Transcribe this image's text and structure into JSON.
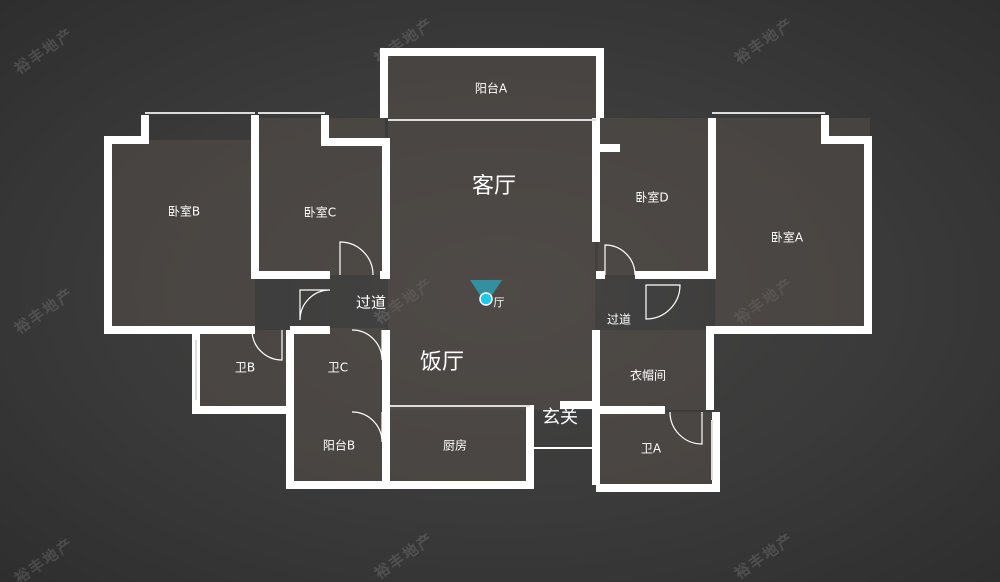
{
  "watermark": "裕丰地产",
  "rooms": {
    "balcony_a": "阳台A",
    "living_room": "客厅",
    "bedroom_b": "卧室B",
    "bedroom_c": "卧室C",
    "bedroom_d": "卧室D",
    "bedroom_a": "卧室A",
    "corridor_left": "过道",
    "corridor_right": "过道",
    "dining_room": "饭厅",
    "bath_b": "卫B",
    "bath_c": "卫C",
    "cloakroom": "衣帽间",
    "entrance": "玄关",
    "balcony_b": "阳台B",
    "kitchen": "厨房",
    "bath_a": "卫A"
  },
  "viewer_marker_label": "厅",
  "colors": {
    "wall": "#ffffff",
    "marker": "#1fc8e8"
  }
}
